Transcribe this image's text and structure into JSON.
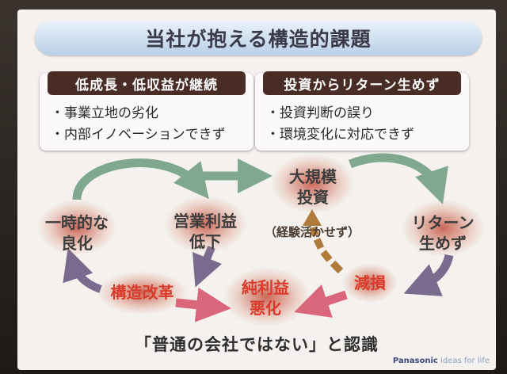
{
  "slide": {
    "title": "当社が抱える構造的課題",
    "left_box": {
      "heading": "低成長・低収益が継続",
      "items": [
        "事業立地の劣化",
        "内部イノベーションできず"
      ]
    },
    "right_box": {
      "heading": "投資からリターン生めず",
      "items": [
        "投資判断の誤り",
        "環境変化に対応できず"
      ]
    },
    "cycle": {
      "one_time": "一時的な\n良化",
      "op_profit": "営業利益\n低下",
      "large_invest": "大規模\n投資",
      "return": "リターン\n生めず",
      "impairment": "減損",
      "net_profit": "純利益\n悪化",
      "restructure": "構造改革",
      "note": "（経験活かせず）"
    },
    "conclusion": "「普通の会社ではない」と認識",
    "logo": {
      "brand": "Panasonic",
      "tagline": "ideas for life"
    }
  },
  "colors": {
    "title_bar": "#c6d8ea",
    "box_heading": "#4a2c26",
    "red_text": "#d93a2a",
    "green_arrow": "#7fa88e",
    "purple_arrow": "#7a6b8e",
    "pink_arrow": "#d9667a",
    "brown_arrow": "#b07a3a"
  }
}
